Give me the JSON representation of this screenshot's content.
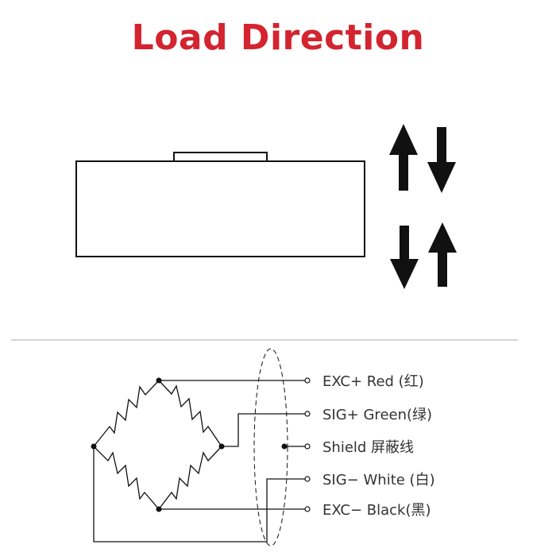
{
  "title": "Load Direction",
  "colors": {
    "title": "#d3242f",
    "line": "#111111",
    "text": "#333333",
    "divider": "#aaaaaa"
  },
  "wire_labels": [
    "EXC+ Red (红)",
    "SIG+ Green(绿)",
    "Shield 屏蔽线",
    "SIG− White (白)",
    "EXC− Black(黑)"
  ]
}
